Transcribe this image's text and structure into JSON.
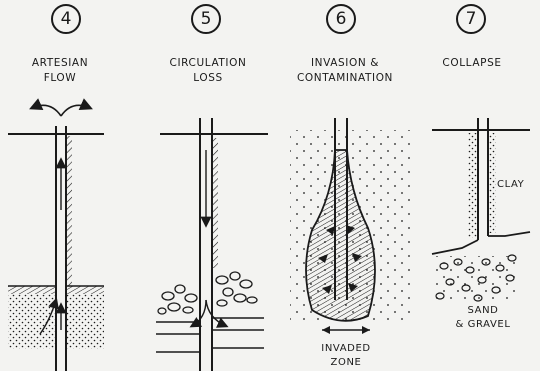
{
  "panels": [
    {
      "number": "4",
      "caption_line1": "ARTESIAN",
      "caption_line2": "FLOW"
    },
    {
      "number": "5",
      "caption_line1": "CIRCULATION",
      "caption_line2": "LOSS"
    },
    {
      "number": "6",
      "caption_line1": "INVASION &",
      "caption_line2": "CONTAMINATION",
      "bottom_label_line1": "INVADED",
      "bottom_label_line2": "ZONE"
    },
    {
      "number": "7",
      "caption_line1": "COLLAPSE",
      "caption_line2": "",
      "clay_label": "CLAY",
      "bottom_label_line1": "SAND",
      "bottom_label_line2": "& GRAVEL"
    }
  ]
}
